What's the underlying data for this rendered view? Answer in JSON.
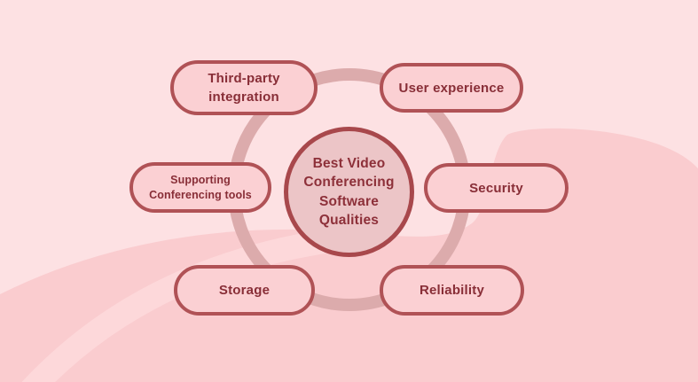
{
  "diagram": {
    "center_label": "Best Video\nConferencing\nSoftware Qualities",
    "nodes": [
      {
        "label": "Third-party\nintegration"
      },
      {
        "label": "User experience"
      },
      {
        "label": "Supporting\nConferencing tools"
      },
      {
        "label": "Security"
      },
      {
        "label": "Storage"
      },
      {
        "label": "Reliability"
      }
    ]
  },
  "colors": {
    "background": "#fde1e3",
    "wave": "#facccf",
    "swoosh": "#fdd8da",
    "connector_ring": "#dcabac",
    "node_fill": "#fbd0d3",
    "node_border": "#b05256",
    "node_text": "#882e37",
    "center_fill": "#ecc5c7",
    "center_border": "#a8484c",
    "center_text": "#8d3039"
  }
}
